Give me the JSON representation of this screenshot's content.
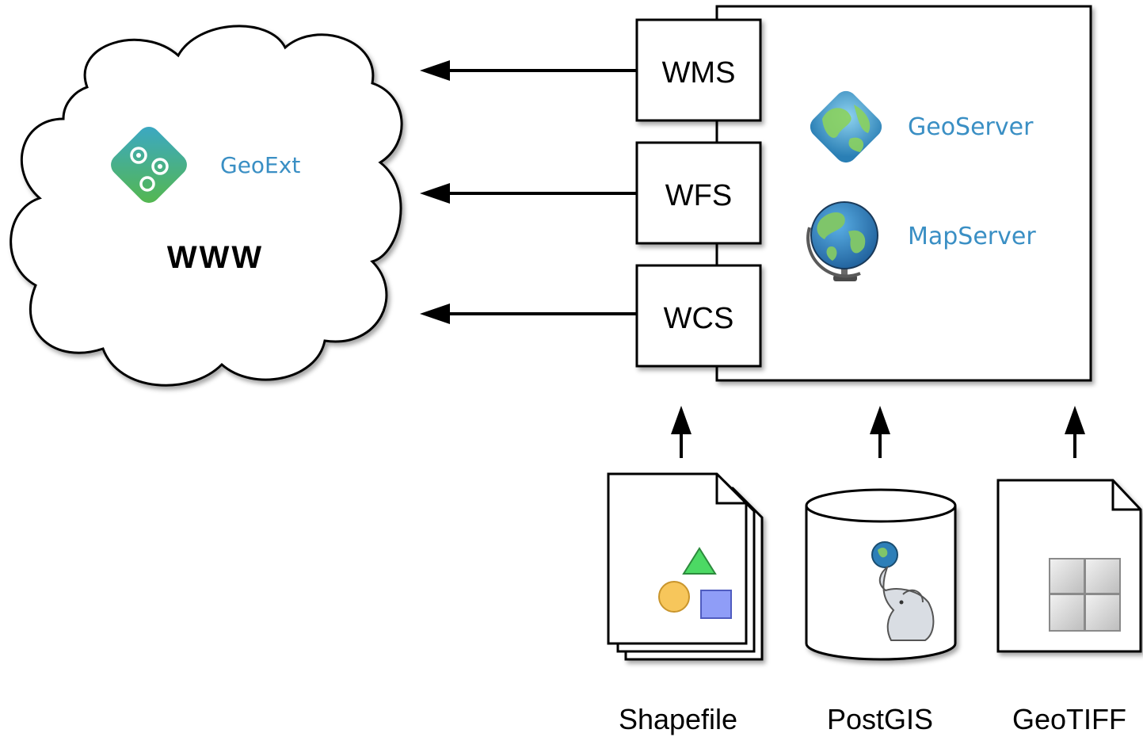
{
  "cloud": {
    "label": "WWW",
    "client": {
      "name": "GeoExt",
      "icon": "geoext-gears-icon"
    }
  },
  "server": {
    "services": [
      "WMS",
      "WFS",
      "WCS"
    ],
    "products": [
      {
        "name": "GeoServer",
        "icon": "geoserver-globe-icon"
      },
      {
        "name": "MapServer",
        "icon": "mapserver-globe-icon"
      }
    ]
  },
  "sources": [
    {
      "name": "Shapefile",
      "icon": "shapefile-document-stack-icon"
    },
    {
      "name": "PostGIS",
      "icon": "postgis-database-icon"
    },
    {
      "name": "GeoTIFF",
      "icon": "geotiff-raster-document-icon"
    }
  ],
  "colors": {
    "accent_text": "#3a8fc4",
    "arrow": "#000000",
    "shape_fill": "#ffffff",
    "triangle": "#4cd964",
    "circle": "#f7c65b",
    "square": "#8f9df7"
  }
}
